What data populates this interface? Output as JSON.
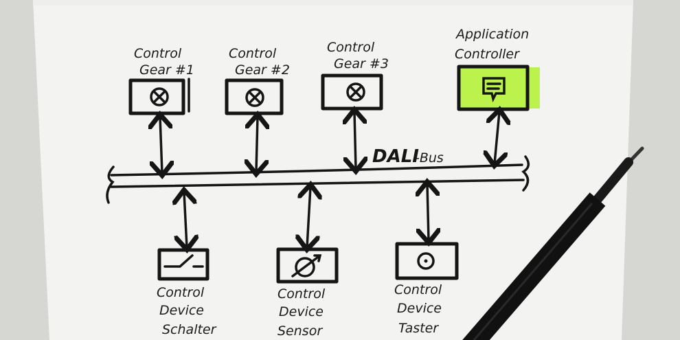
{
  "diagram": {
    "bus_label": {
      "main": "DALI",
      "suffix": "-Bus"
    },
    "control_gears": [
      {
        "line1": "Control",
        "line2": "Gear #1",
        "icon": "lamp-icon"
      },
      {
        "line1": "Control",
        "line2": "Gear #2",
        "icon": "lamp-icon"
      },
      {
        "line1": "Control",
        "line2": "Gear #3",
        "icon": "lamp-icon"
      }
    ],
    "application_controller": {
      "line1": "Application",
      "line2": "Controller",
      "icon": "document-icon",
      "highlight": "#b5f23a"
    },
    "control_devices": [
      {
        "line1": "Control",
        "line2": "Device",
        "line3": "Schalter",
        "icon": "switch-icon"
      },
      {
        "line1": "Control",
        "line2": "Device",
        "line3": "Sensor",
        "icon": "sensor-icon"
      },
      {
        "line1": "Control",
        "line2": "Device",
        "line3": "Taster",
        "icon": "button-icon"
      }
    ]
  }
}
